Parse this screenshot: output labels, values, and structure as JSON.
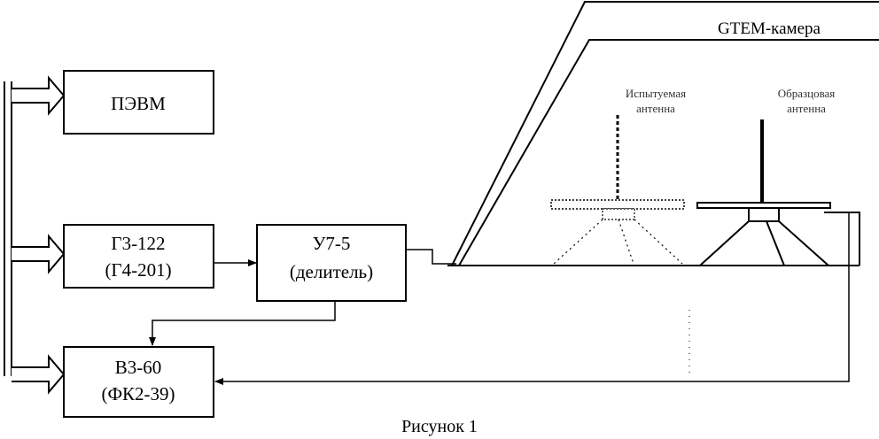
{
  "blocks": {
    "pevm": {
      "label": "ПЭВМ"
    },
    "generator": {
      "line1": "Г3-122",
      "line2": "(Г4-201)"
    },
    "divider": {
      "line1": "У7-5",
      "line2": "(делитель)"
    },
    "meter": {
      "line1": "В3-60",
      "line2": "(ФК2-39)"
    }
  },
  "chamber": {
    "label": "GTEM-камера"
  },
  "antennas": {
    "tested": {
      "line1": "Испытуемая",
      "line2": "антенна"
    },
    "reference": {
      "line1": "Образцовая",
      "line2": "антенна"
    }
  },
  "caption": "Рисунок 1"
}
